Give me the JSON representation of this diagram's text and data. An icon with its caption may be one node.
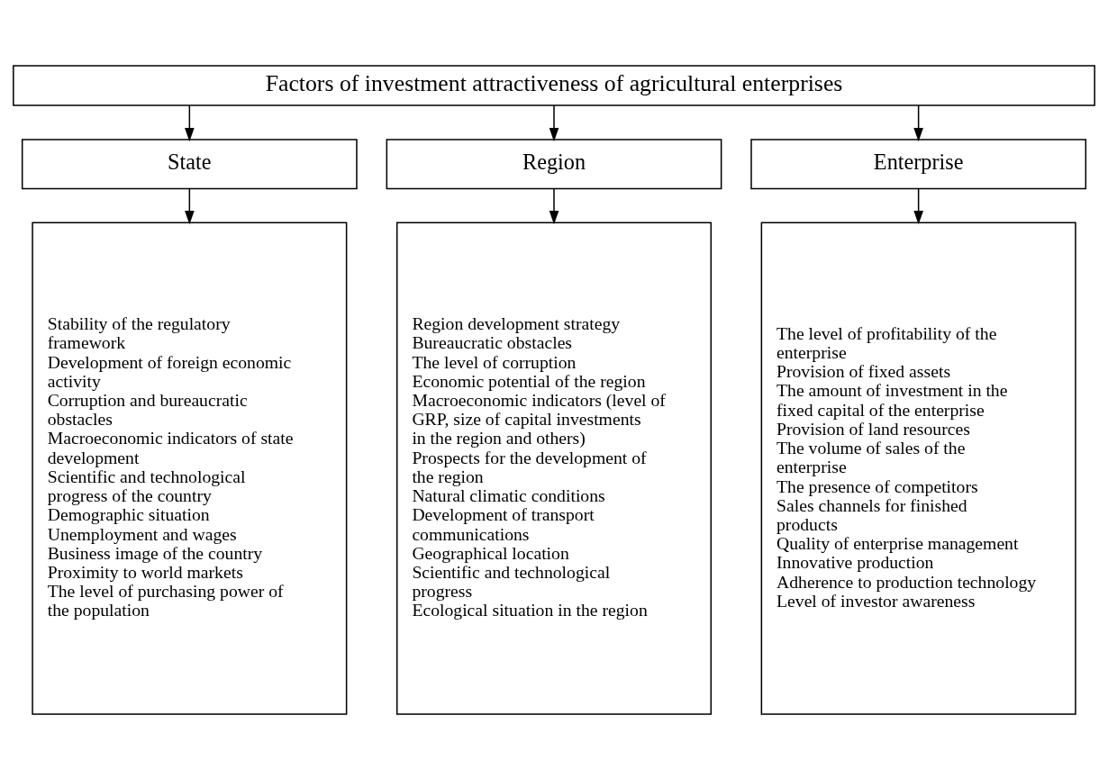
{
  "diagram": {
    "nodes": [
      {
        "text": [
          "Factors of investment attractiveness of agricultural enterprises"
        ]
      },
      {
        "text": [
          "State"
        ]
      },
      {
        "text": [
          "Region"
        ]
      },
      {
        "text": [
          "Enterprise"
        ]
      },
      {
        "text": [
          "Stability of the regulatory framework",
          "Development of foreign economic activity",
          "Corruption and bureaucratic obstacles",
          "Macroeconomic indicators of state development",
          "Scientific and technological progress of the country",
          "Demographic situation",
          "Unemployment and wages",
          "Business image of the country",
          "Proximity to world markets",
          "The level of purchasing power of the population"
        ]
      },
      {
        "text": [
          "Region development strategy",
          "Bureaucratic obstacles",
          "The level of corruption",
          "Economic potential of the region",
          "Macroeconomic indicators (level of GRP, size of capital investments in the region and others)",
          "Prospects for the development of the region",
          "Natural climatic conditions",
          "Development of transport communications",
          "Geographical location",
          "Scientific and technological progress",
          "Ecological situation in the region"
        ]
      },
      {
        "text": [
          "The level of profitability of the enterprise",
          "Provision of fixed assets",
          "The amount of investment in the fixed capital of the enterprise",
          "Provision of land resources",
          "The volume of sales of the enterprise",
          "The presence of competitors",
          "Sales channels for finished products",
          "Quality of enterprise management Innovative production",
          "Adherence to production technology",
          "Level of investor awareness"
        ]
      }
    ],
    "edges": [
      {
        "from": 0,
        "to": 1,
        "arrow": "to"
      },
      {
        "from": 0,
        "to": 2,
        "arrow": "to"
      },
      {
        "from": 0,
        "to": 3,
        "arrow": "to"
      },
      {
        "from": 1,
        "to": 4,
        "arrow": "to"
      },
      {
        "from": 2,
        "to": 5,
        "arrow": "to"
      },
      {
        "from": 3,
        "to": 6,
        "arrow": "to"
      }
    ]
  }
}
